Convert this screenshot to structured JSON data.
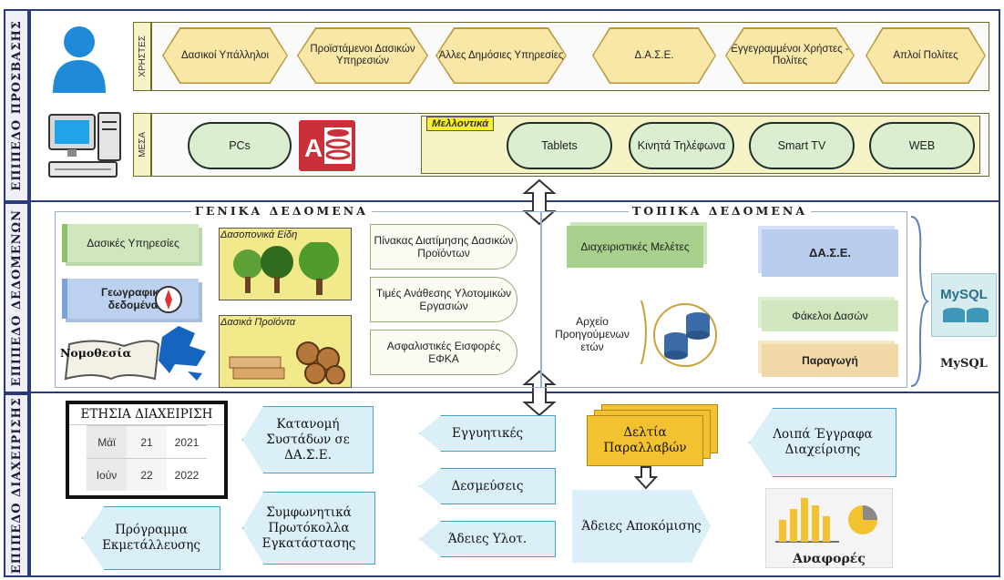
{
  "sections": {
    "access": "ΕΠΙΠΕΔΟ ΠΡΟΣΒΑΣΗΣ",
    "data": "ΕΠΙΠΕΔΟ ΔΕΔΟΜΕΝΩΝ",
    "management": "ΕΠΙΠΕΔΟ ΔΙΑΧΕΙΡΙΣΗΣ"
  },
  "access": {
    "users_label": "ΧΡΗΣΤΕΣ",
    "means_label": "ΜΕΣΑ",
    "users": [
      "Δασικοί Υπάλληλοι",
      "Προϊστάμενοι Δασικών Υπηρεσιών",
      "Άλλες Δημόσιες Υπηρεσίες",
      "Δ.Α.Σ.Ε.",
      "Εγγεγραμμένοι Χρήστες - Πολίτες",
      "Απλοί Πολίτες"
    ],
    "pcs": "PCs",
    "future_label": "Μελλοντικά",
    "future": [
      "Tablets",
      "Κινητά Τηλέφωνα",
      "Smart TV",
      "WEB"
    ]
  },
  "general_data": {
    "title": "ΓΕΝΙΚΑ ΔΕΔΟΜΕΝΑ",
    "forest_services": "Δασικές Υπηρεσίες",
    "geo_data": "Γεωγραφικά δεδομένα",
    "legislation": "Νομοθεσία",
    "forest_species": "Δασοπονικά Είδη",
    "forest_products": "Δασικά Προϊόντα",
    "tabs": [
      "Πίνακας Διατίμησης Δασικών Προϊόντων",
      "Τιμές Ανάθεσης Υλοτομικών Εργασιών",
      "Ασφαλιστικές Εισφορές ΕΦΚΑ"
    ]
  },
  "local_data": {
    "title": "ΤΟΠΙΚΑ ΔΕΔΟΜΕΝΑ",
    "management_studies": "Διαχειριστικές Μελέτες",
    "dase": "ΔΑ.Σ.Ε.",
    "archive": "Αρχείο Προηγούμενων ετών",
    "forest_folders": "Φάκελοι Δασών",
    "production": "Παραγωγή"
  },
  "mysql": {
    "logo": "MySQL",
    "label": "MySQL"
  },
  "management": {
    "annual_title": "ΕΤΗΣΙΑ ΔΙΑΧΕΙΡΙΣΗ",
    "annual_rows": [
      [
        "Μάϊ",
        "21",
        "2021"
      ],
      [
        "Ιούν",
        "22",
        "2022"
      ]
    ],
    "program": "Πρόγραμμα Εκμετάλλευσης",
    "distribution": "Κατανομή Συστάδων σε ΔΑ.Σ.Ε.",
    "agreements": "Συμφωνητικά Πρωτόκολλα Εγκατάστασης",
    "guarantees": "Εγγυητικές",
    "commitments": "Δεσμεύσεις",
    "logging_permits": "Άδειες Υλοτ.",
    "receipts": "Δελτία Παραλλαβών",
    "removal_permits": "Άδειες Αποκόμισης",
    "other_docs": "Λοιπά Έγγραφα Διαχείρισης",
    "reports": "Αναφορές"
  },
  "colors": {
    "frame": "#2a3b78",
    "hex_fill": "#f9e7a8",
    "pill_fill": "#dbeed0",
    "callout": "#dbeff9",
    "gold": "#f2c230",
    "green_doc": "#a7d08c",
    "blue_doc": "#b9cdef"
  }
}
